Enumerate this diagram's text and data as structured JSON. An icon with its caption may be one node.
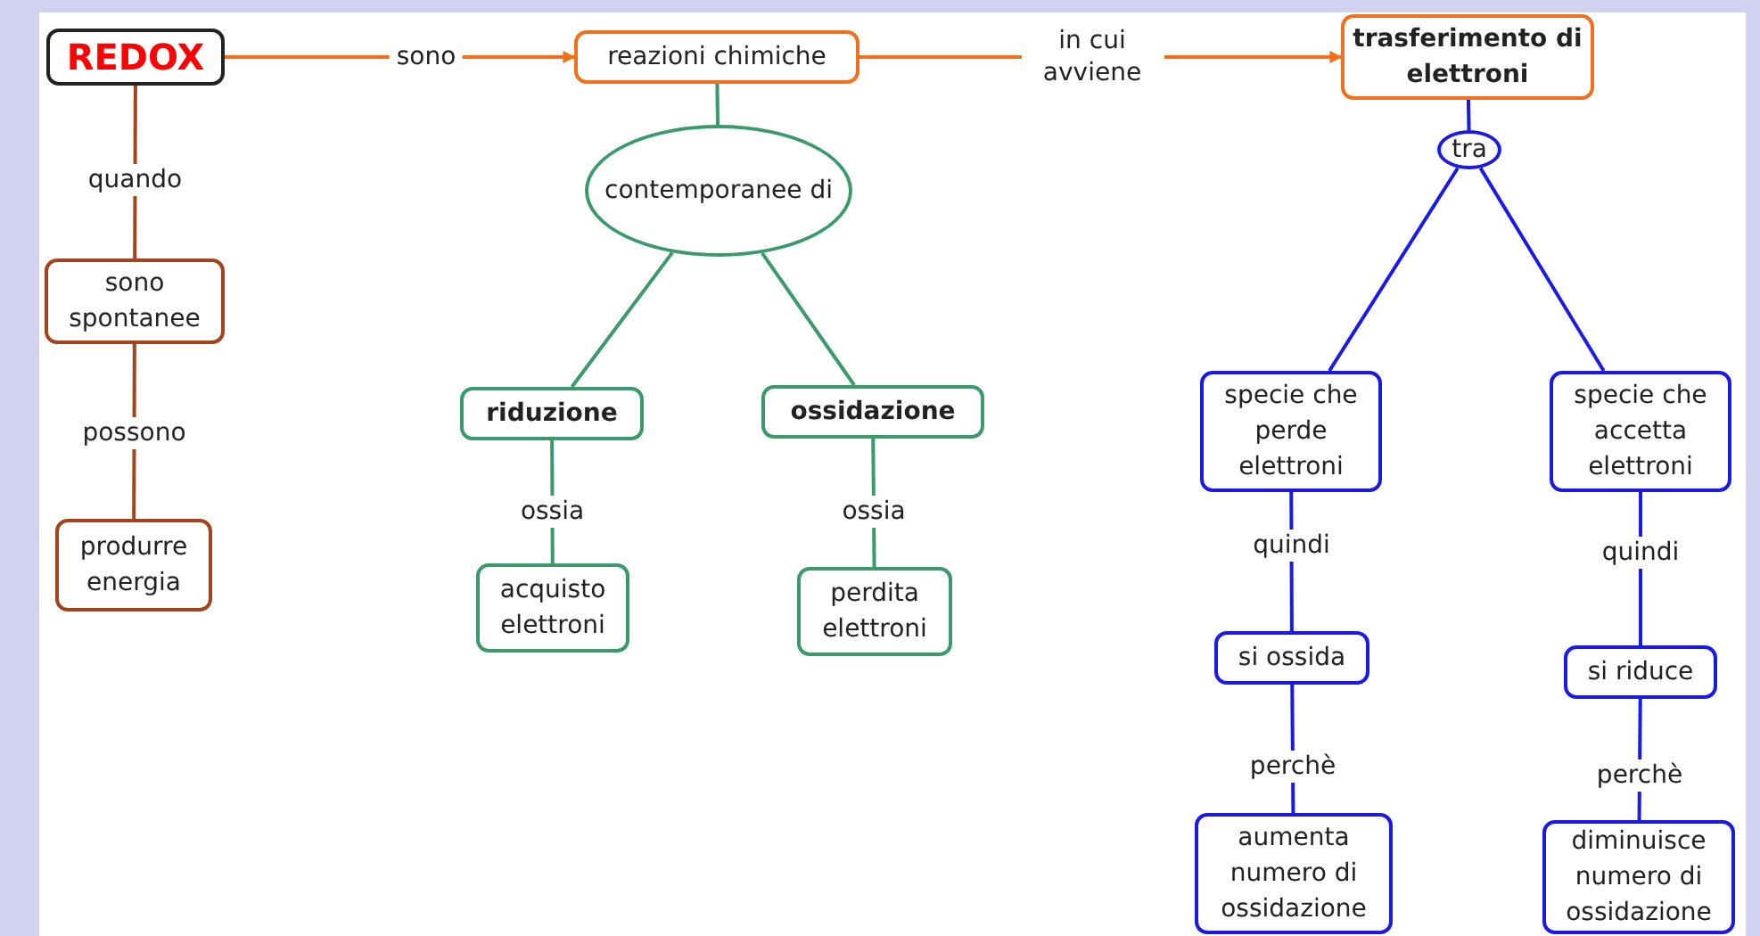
{
  "diagram": {
    "nodes": [
      {
        "text": [
          "REDOX"
        ]
      },
      {
        "text": [
          "reazioni chimiche"
        ]
      },
      {
        "text": [
          "trasferimento di elettroni"
        ]
      },
      {
        "text": [
          "tra"
        ]
      },
      {
        "text": [
          "contemporanee di"
        ]
      },
      {
        "text": [
          "sono spontanee"
        ]
      },
      {
        "text": [
          "specie che perde elettroni"
        ]
      },
      {
        "text": [
          "specie che accetta elettroni"
        ]
      },
      {
        "text": [
          "riduzione"
        ]
      },
      {
        "text": [
          "ossidazione"
        ]
      },
      {
        "text": [
          "produrre energia"
        ]
      },
      {
        "text": [
          "si ossida"
        ]
      },
      {
        "text": [
          "si riduce"
        ]
      },
      {
        "text": [
          "acquisto elettroni"
        ]
      },
      {
        "text": [
          "perdita elettroni"
        ]
      },
      {
        "text": [
          "aumenta numero di ossidazione"
        ]
      },
      {
        "text": [
          "diminuisce numero di ossidazione"
        ]
      }
    ],
    "edges": [
      {
        "from": 0,
        "to": 1,
        "label": "sono",
        "arrow": "to",
        "color": "#f26f1c"
      },
      {
        "from": 1,
        "to": 2,
        "label": "in cui avviene",
        "arrow": "to",
        "color": "#f26f1c"
      },
      {
        "from": 0,
        "to": 5,
        "label": "quando",
        "arrow": "none",
        "color": "#a0451e"
      },
      {
        "from": 5,
        "to": 10,
        "label": "possono",
        "arrow": "none",
        "color": "#a0451e"
      },
      {
        "from": 1,
        "to": 4,
        "arrow": "none",
        "color": "#3a9a6c"
      },
      {
        "from": 4,
        "to": 8,
        "arrow": "none",
        "color": "#3a9a6c"
      },
      {
        "from": 4,
        "to": 9,
        "arrow": "none",
        "color": "#3a9a6c"
      },
      {
        "from": 8,
        "to": 13,
        "label": "ossia",
        "arrow": "none",
        "color": "#3a9a6c"
      },
      {
        "from": 9,
        "to": 14,
        "label": "ossia",
        "arrow": "none",
        "color": "#3a9a6c"
      },
      {
        "from": 2,
        "to": 3,
        "arrow": "none",
        "color": "#1a1ae6"
      },
      {
        "from": 3,
        "to": 6,
        "arrow": "none",
        "color": "#1a1ae6"
      },
      {
        "from": 3,
        "to": 7,
        "arrow": "none",
        "color": "#1a1ae6"
      },
      {
        "from": 6,
        "to": 11,
        "label": "quindi",
        "arrow": "none",
        "color": "#1a1ae6"
      },
      {
        "from": 11,
        "to": 15,
        "label": "perchè",
        "arrow": "none",
        "color": "#1a1ae6"
      },
      {
        "from": 7,
        "to": 12,
        "label": "quindi",
        "arrow": "none",
        "color": "#1a1ae6"
      },
      {
        "from": 12,
        "to": 16,
        "label": "perchè",
        "arrow": "none",
        "color": "#1a1ae6"
      }
    ]
  }
}
